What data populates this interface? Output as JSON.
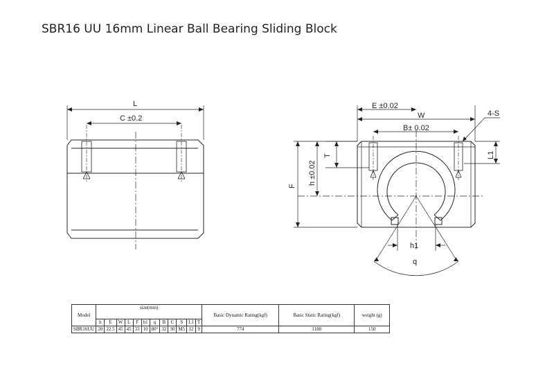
{
  "title": "SBR16 UU 16mm Linear Ball Bearing Sliding Block",
  "drawing": {
    "side_view": {
      "labels": {
        "L": "L",
        "C": "C ±0.2"
      }
    },
    "front_view": {
      "labels": {
        "E": "E ±0.02",
        "W": "W",
        "B": "B± 0.02",
        "S": "4-S",
        "T": "T",
        "L1": "L1",
        "h": "h ±0.02",
        "F": "F",
        "h1": "h1",
        "q": "q"
      }
    }
  },
  "spec_table": {
    "model_header": "Model",
    "size_header": "size(mm)",
    "dynamic_header": "Basic Dynamic Rating(kgf)",
    "static_header": "Basic Static Rating(kgf)",
    "weight_header": "weight (g)",
    "columns": [
      "h",
      "E",
      "W",
      "L",
      "F",
      "h1",
      "q",
      "B",
      "C",
      "S",
      "L1",
      "T"
    ],
    "row": {
      "model": "SBR16UU",
      "values": [
        "20",
        "22.5",
        "45",
        "45",
        "33",
        "10",
        "80°",
        "32",
        "30",
        "M5",
        "12",
        "9"
      ],
      "dynamic": "774",
      "static": "1180",
      "weight": "150"
    }
  }
}
